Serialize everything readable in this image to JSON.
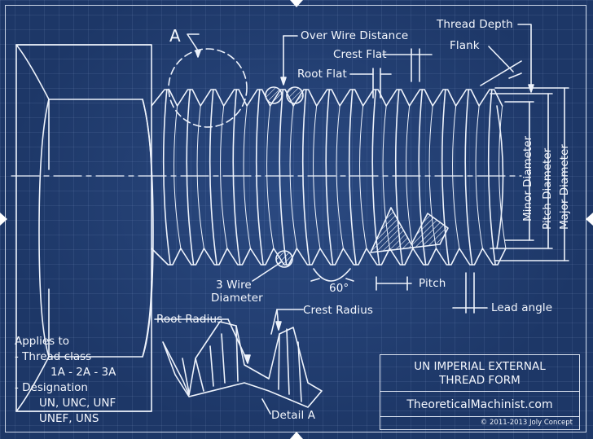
{
  "labels": {
    "detail_marker": "A",
    "over_wire_distance": "Over Wire Distance",
    "thread_depth": "Thread Depth",
    "crest_flat": "Crest Flat",
    "flank": "Flank",
    "root_flat": "Root Flat",
    "minor_diameter": "Minor Diameter",
    "pitch_diameter": "Pitch Diameter",
    "major_diameter": "Major Diameter",
    "three_wire_diameter_line1": "3 Wire",
    "three_wire_diameter_line2": "Diameter",
    "angle_60": "60°",
    "pitch": "Pitch",
    "lead_angle": "Lead angle",
    "root_radius": "Root Radius",
    "crest_radius": "Crest Radius",
    "detail_a": "Detail A"
  },
  "notes": {
    "applies_to": "Applies to",
    "thread_class_heading": "- Thread class",
    "thread_class_values": "1A - 2A - 3A",
    "designation_heading": "- Designation",
    "designation_line1": "UN, UNC, UNF",
    "designation_line2": "UNEF, UNS"
  },
  "title_block": {
    "title_line1": "UN IMPERIAL EXTERNAL",
    "title_line2": "THREAD FORM",
    "website": "TheoreticalMachinist.com",
    "copyright": "© 2011-2013 Joly Concept"
  },
  "colors": {
    "background": "#1d3767",
    "line": "#eef3fc"
  }
}
